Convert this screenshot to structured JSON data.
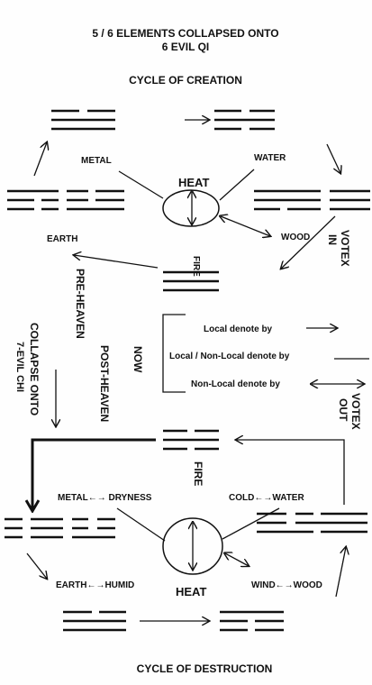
{
  "title_line1": "5 / 6 ELEMENTS COLLAPSED ONTO",
  "title_line2": "6 EVIL QI",
  "creation": {
    "heading": "CYCLE OF CREATION",
    "metal": "METAL",
    "water": "WATER",
    "heat": "HEAT",
    "fire": "FIRE",
    "earth": "EARTH",
    "wood": "WOOD",
    "votex_in_1": "VOTEX",
    "votex_in_2": "IN"
  },
  "middle": {
    "pre_heaven": "PRE-HEAVEN",
    "post_heaven": "POST-HEAVEN",
    "collapse_1": "COLLAPSE ONTO",
    "collapse_2": "7-EVIL CHI",
    "now": "NOW",
    "legend_local": "Local denote by",
    "legend_local_nonlocal": "Local / Non-Local denote by",
    "legend_nonlocal": "Non-Local denote by",
    "votex_out_1": "VOTEX",
    "votex_out_2": "OUT",
    "fire": "FIRE"
  },
  "destruction": {
    "heading": "CYCLE OF DESTRUCTION",
    "metal_dryness": "METAL←→ DRYNESS",
    "cold_water": "COLD←→WATER",
    "heat": "HEAT",
    "earth_humid": "EARTH←→HUMID",
    "wind_wood": "WIND←→WOOD"
  }
}
